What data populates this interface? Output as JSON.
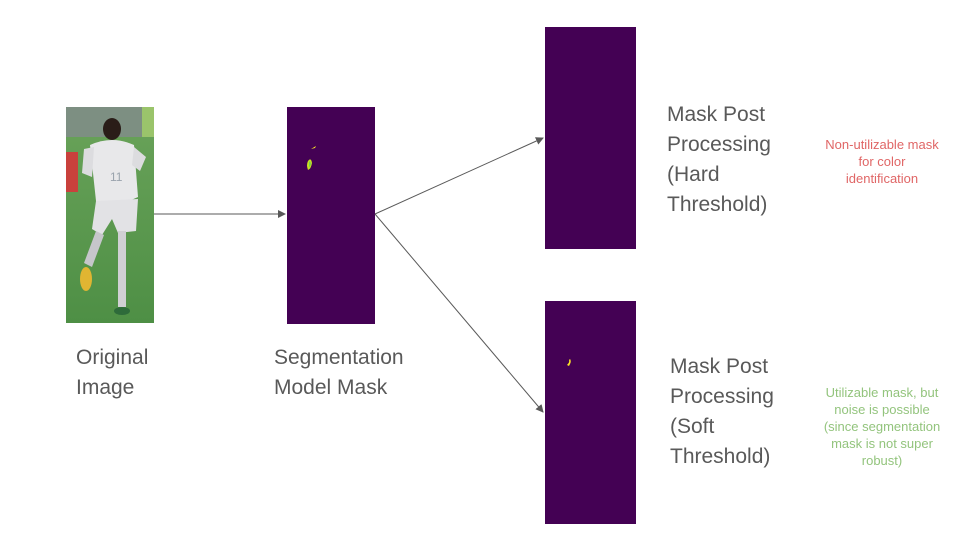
{
  "labels": {
    "original": "Original\nImage",
    "segmentation": "Segmentation\nModel Mask",
    "hard": "Mask Post\nProcessing\n(Hard\nThreshold)",
    "soft": "Mask Post\nProcessing\n(Soft\nThreshold)"
  },
  "notes": {
    "hard": "Non-utilizable mask\nfor color\nidentification",
    "soft": "Utilizable mask, but\nnoise is possible\n(since segmentation\nmask is not super\nrobust)"
  },
  "colors": {
    "mask_bg": "#440154",
    "mask_fg": "#fde725",
    "mask_mid": "#7ad151",
    "bad_note": "#e06666",
    "good_note": "#93c47d",
    "text": "#595959",
    "arrow": "#595959"
  }
}
